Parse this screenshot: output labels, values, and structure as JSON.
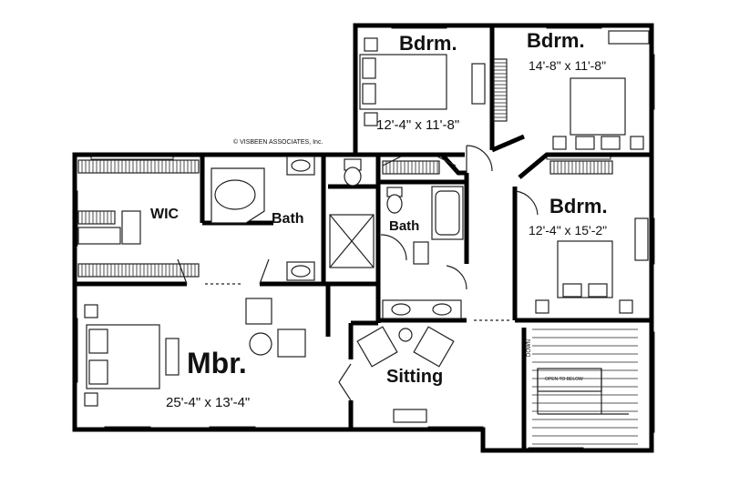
{
  "copyright": "© VISBEEN ASSOCIATES, Inc.",
  "rooms": {
    "bedroom_top_left": {
      "name": "Bdrm.",
      "dims": "12'-4\" x 11'-8\""
    },
    "bedroom_top_right": {
      "name": "Bdrm.",
      "dims": "14'-8\" x 11'-8\""
    },
    "bedroom_right": {
      "name": "Bdrm.",
      "dims": "12'-4\" x 15'-2\""
    },
    "wic": {
      "name": "WIC"
    },
    "master_bath": {
      "name": "Bath"
    },
    "hall_bath": {
      "name": "Bath"
    },
    "master_bedroom": {
      "name": "Mbr.",
      "dims": "25'-4\" x 13'-4\""
    },
    "sitting": {
      "name": "Sitting"
    }
  },
  "stair": {
    "down_label": "DOWN",
    "open_label": "OPEN TO BELOW"
  }
}
